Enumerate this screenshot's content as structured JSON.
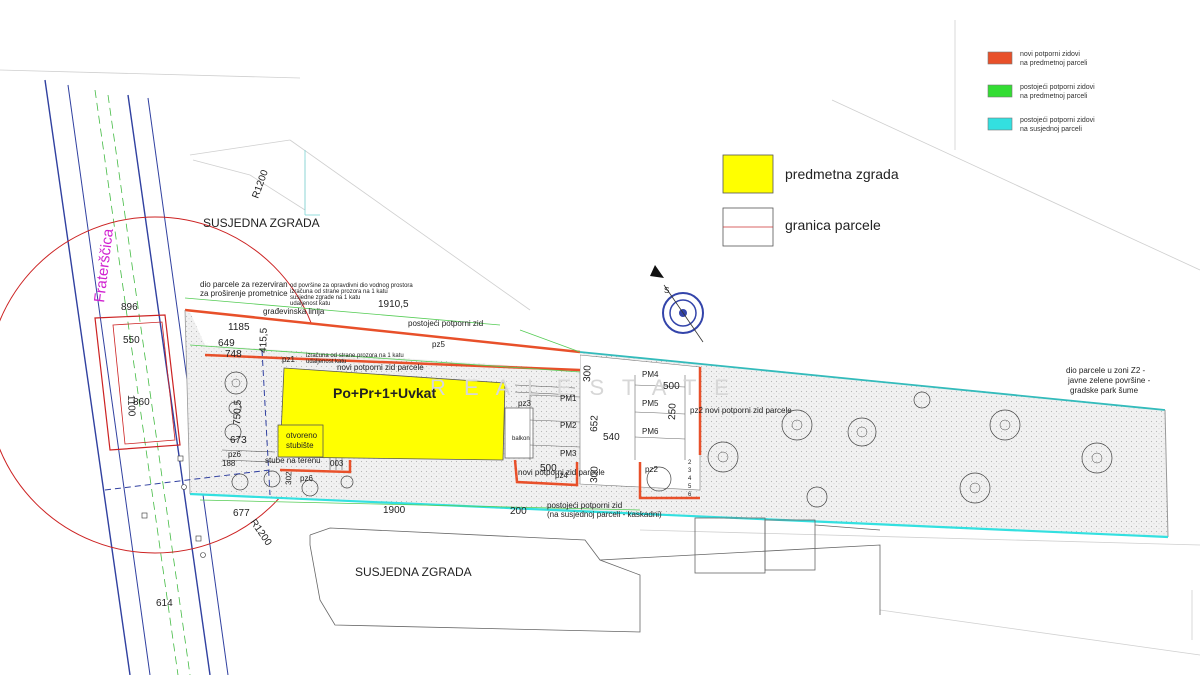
{
  "street": {
    "name": "Fraterščica",
    "color": "#d020d0"
  },
  "legend_top": [
    {
      "color": "#e8502a",
      "line1": "novi potporni zidovi",
      "line2": "na predmetnoj parceli"
    },
    {
      "color": "#33dd33",
      "line1": "postojeći potporni zidovi",
      "line2": "na predmetnoj parceli"
    },
    {
      "color": "#33e0e0",
      "line1": "postojeći potporni zidovi",
      "line2": "na susjednoj parceli"
    }
  ],
  "legend_main": [
    {
      "color": "#ffff00",
      "label": "predmetna zgrada"
    },
    {
      "color": "#ffffff",
      "label": "granica parcele"
    }
  ],
  "building": {
    "label": "Po+Pr+1+Uvkat",
    "color": "#ffff00"
  },
  "stair": {
    "line1": "otvoreno",
    "line2": "stubište"
  },
  "neighbors": {
    "top": "SUSJEDNA  ZGRADA",
    "bottom": "SUSJEDNA ZGRADA"
  },
  "radius_labels": [
    "R1200",
    "R1200"
  ],
  "notes": {
    "reserve1": "dio parcele za rezerviran",
    "reserve2": "za proširenje prometnice",
    "reg_line": "građevinska linija",
    "wall_existing": "postojeći potporni zid",
    "wall_new1": "novi potporni zid parcele",
    "wall_new2": "novi potporni zid parcele",
    "wall_new3": "novi potporni zid parcele",
    "wall_susjed1": "postojeći potporni zid",
    "wall_susjed2": "(na susjednoj parceli - kaskadni)",
    "steps": "stube na terenu",
    "balkon": "balkon",
    "park1": "dio parcele u zoni Z2 -",
    "park2": "javne zelene površine -",
    "park3": "gradske park šume",
    "small1": "od površine za opravdivni dio vodnog prostora",
    "small2": "izračuna od strane prozora na 1 katu",
    "small3": "susjedne zgrade na 1 katu",
    "small4": "udaljenost katu"
  },
  "dimensions": {
    "d896": "896",
    "d1910": "1910,5",
    "d1185": "1185",
    "d550": "550",
    "d649": "649",
    "d748": "748",
    "d415": "415,5",
    "d1100": "1100",
    "d860": "860",
    "d750": "750,5",
    "d673": "673",
    "d188": "188",
    "d302": "302",
    "d003": "003",
    "d677": "677",
    "d1900": "1900",
    "d200": "200",
    "d614": "614",
    "d300a": "300",
    "d652": "652",
    "d540": "540",
    "d500a": "500",
    "d250": "250",
    "d500b": "500",
    "d300b": "300"
  },
  "tags": {
    "pz1": "pz1",
    "pz2a": "pz2",
    "pz2b": "pz2",
    "pz3": "pz3",
    "pz4": "pz4",
    "pz5": "pz5",
    "pz6a": "pz6",
    "pz6b": "pz6",
    "pm1": "PM1",
    "pm2": "PM2",
    "pm3": "PM3",
    "pm4": "PM4",
    "pm5": "PM5",
    "pm6": "PM6",
    "n2": "2",
    "n3": "3",
    "n4": "4",
    "n5": "5",
    "n6": "6"
  },
  "watermark": "R E A L  E S T A T E",
  "compass_label": "S"
}
